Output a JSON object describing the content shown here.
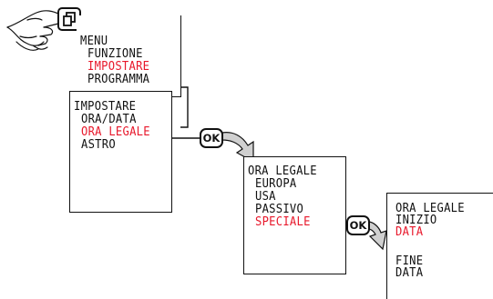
{
  "colors": {
    "highlight": "#e8192c",
    "ink": "#111111",
    "arrow_fill": "#d0d0d0"
  },
  "icons": {
    "hand": "hand-pressing-key-icon",
    "menu_key": "menu-key-icon"
  },
  "panel_menu": {
    "items": [
      "MENU",
      "FUNZIONE",
      "IMPOSTARE",
      "PROGRAMMA"
    ],
    "highlighted_index": 2
  },
  "panel_impostare": {
    "items": [
      "IMPOSTARE",
      "ORA/DATA",
      "ORA LEGALE",
      "ASTRO"
    ],
    "highlighted_index": 2
  },
  "panel_ora_legale": {
    "items": [
      "ORA LEGALE",
      "EUROPA",
      "USA",
      "PASSIVO",
      "SPECIALE"
    ],
    "highlighted_index": 4
  },
  "panel_speciale": {
    "items": [
      "ORA LEGALE",
      "INIZIO",
      "DATA",
      "",
      "FINE",
      "DATA"
    ],
    "highlighted_index": 2
  },
  "buttons": {
    "ok_1": "OK",
    "ok_2": "OK"
  }
}
